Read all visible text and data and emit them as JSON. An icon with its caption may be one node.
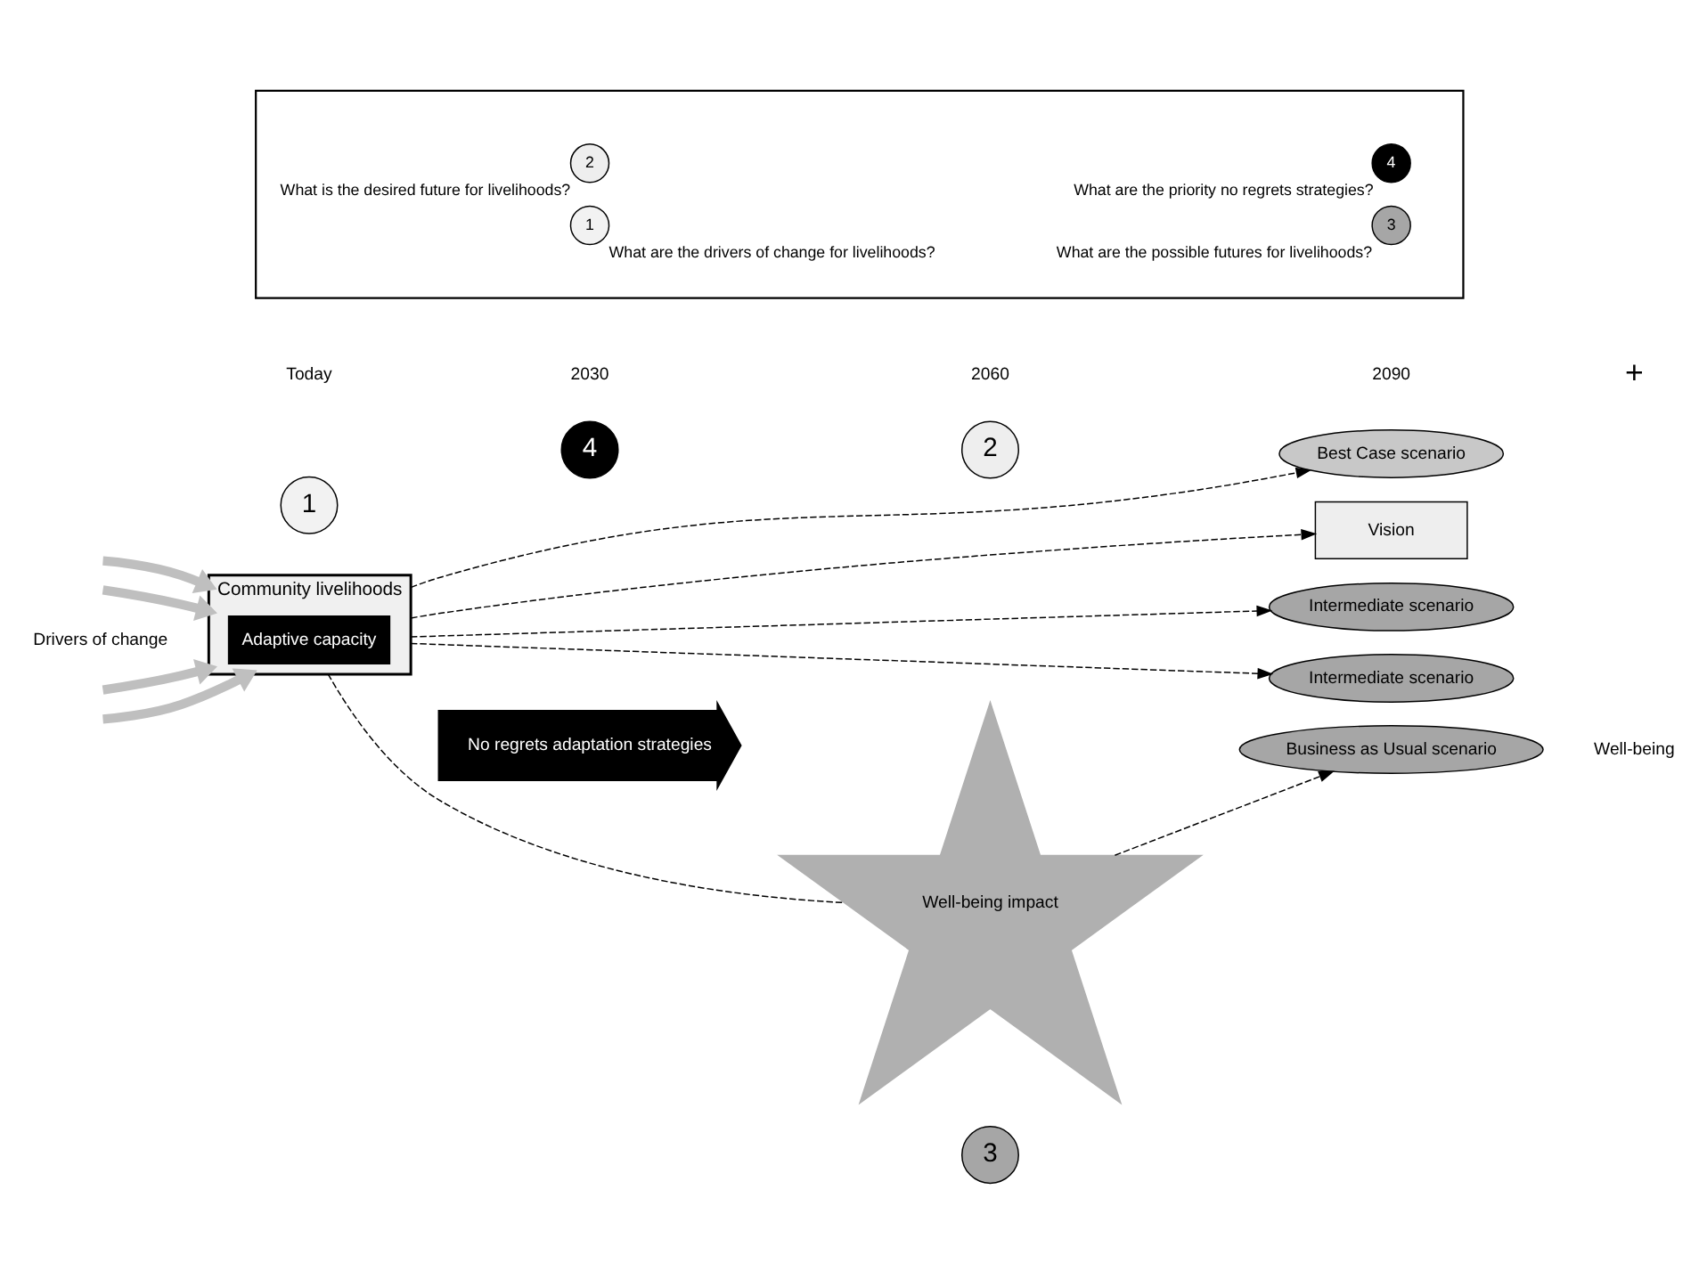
{
  "diagram": {
    "nodes": [
      {
        "text": [
          "Community livelihoods"
        ]
      },
      {
        "text": [
          "Adaptive capacity"
        ],
        "in": 0
      },
      {
        "text": [
          "1"
        ]
      },
      {
        "text": [
          "4"
        ]
      },
      {
        "text": [
          "No regrets adaptation strategies"
        ]
      },
      {
        "text": [
          "Best Case scenario"
        ]
      },
      {
        "text": [
          "Vision"
        ]
      },
      {
        "text": [
          "2"
        ]
      },
      {
        "text": [
          "Intermediate scenario"
        ]
      },
      {
        "text": [
          "Intermediate scenario"
        ]
      },
      {
        "text": [
          "Well-being impact"
        ]
      },
      {
        "text": [
          "Business as Usual scenario"
        ]
      },
      {
        "text": [
          "3"
        ]
      },
      {
        "text": [],
        "shape": "box"
      },
      {
        "text": [
          "1"
        ],
        "in": 13,
        "beside": [
          "What are the drivers of change for livelihoods?"
        ]
      },
      {
        "text": [
          "3"
        ],
        "in": 13,
        "beside": [
          "What are the possible futures for livelihoods?"
        ]
      },
      {
        "text": [
          "2"
        ],
        "in": 13,
        "beside": [
          "What is the desired future for livelihoods?"
        ]
      },
      {
        "text": [
          "4"
        ],
        "in": 13,
        "beside": [
          "What are the priority no regrets strategies?"
        ]
      }
    ],
    "edges": [
      {
        "from": null,
        "to": 0,
        "arrow": "to",
        "style": "thick",
        "color": "#bfbfbf"
      },
      {
        "from": null,
        "to": 0,
        "arrow": "to",
        "style": "thick",
        "color": "#bfbfbf"
      },
      {
        "from": null,
        "to": 0,
        "arrow": "to",
        "style": "thick",
        "color": "#bfbfbf"
      },
      {
        "from": null,
        "to": 0,
        "arrow": "to",
        "style": "thick",
        "color": "#bfbfbf"
      },
      {
        "from": 0,
        "to": 5,
        "arrow": "to",
        "style": "dashed"
      },
      {
        "from": 0,
        "to": 6,
        "arrow": "to",
        "style": "dashed"
      },
      {
        "from": 0,
        "to": 8,
        "arrow": "to",
        "style": "dashed"
      },
      {
        "from": 0,
        "to": 9,
        "arrow": "to",
        "style": "dashed"
      },
      {
        "from": 0,
        "to": 10,
        "arrow": "none",
        "style": "dashed"
      },
      {
        "from": 10,
        "to": 11,
        "arrow": "to",
        "style": "dashed"
      }
    ],
    "labels": [
      "Today",
      "2030",
      "2060",
      "2090",
      "+",
      "Well-being",
      "Drivers of change"
    ]
  }
}
